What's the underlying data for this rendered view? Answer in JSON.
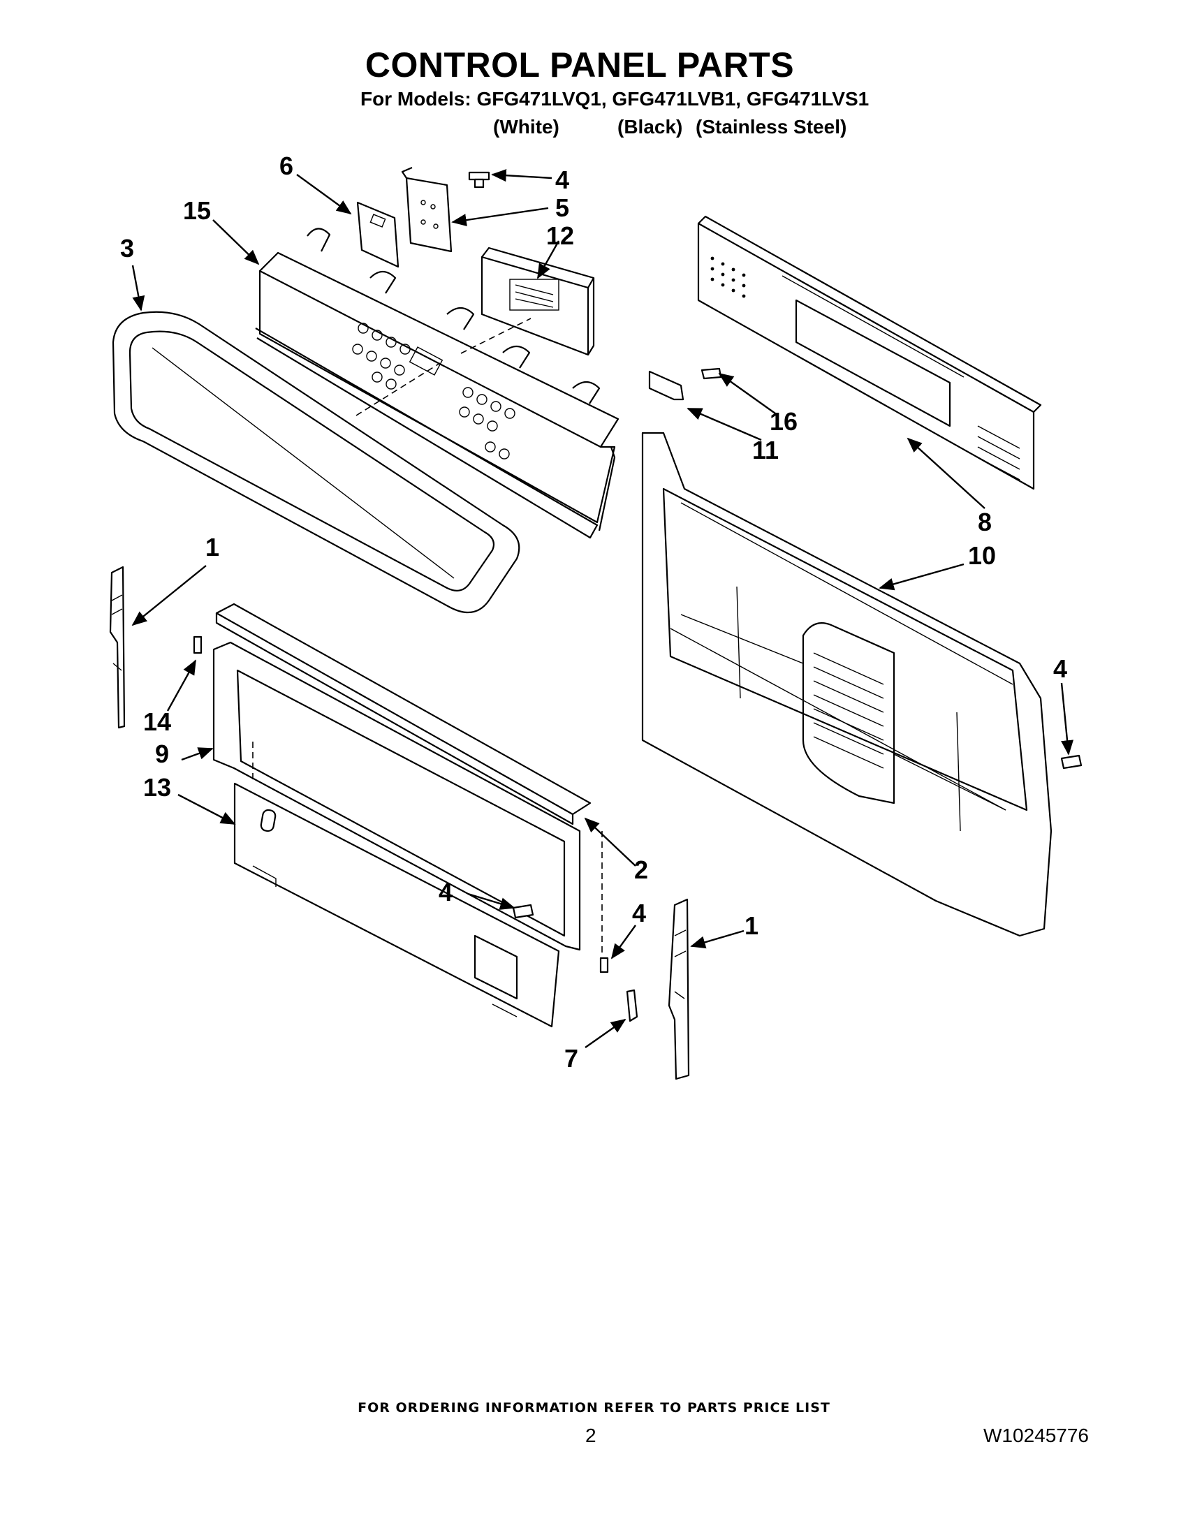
{
  "header": {
    "title": "CONTROL PANEL PARTS",
    "models_line": "For Models: GFG471LVQ1, GFG471LVB1, GFG471LVS1",
    "variants": [
      "(White)",
      "(Black)",
      "(Stainless Steel)"
    ]
  },
  "callouts": {
    "c1_left": "1",
    "c1_right": "1",
    "c2": "2",
    "c3": "3",
    "c4_top": "4",
    "c4_right": "4",
    "c4_mid": "4",
    "c4_low": "4",
    "c5": "5",
    "c6": "6",
    "c7": "7",
    "c8": "8",
    "c9": "9",
    "c10": "10",
    "c11": "11",
    "c12": "12",
    "c13": "13",
    "c14": "14",
    "c15": "15",
    "c16": "16"
  },
  "footer": {
    "note": "FOR ORDERING INFORMATION REFER TO PARTS PRICE LIST",
    "page_number": "2",
    "document_number": "W10245776"
  }
}
